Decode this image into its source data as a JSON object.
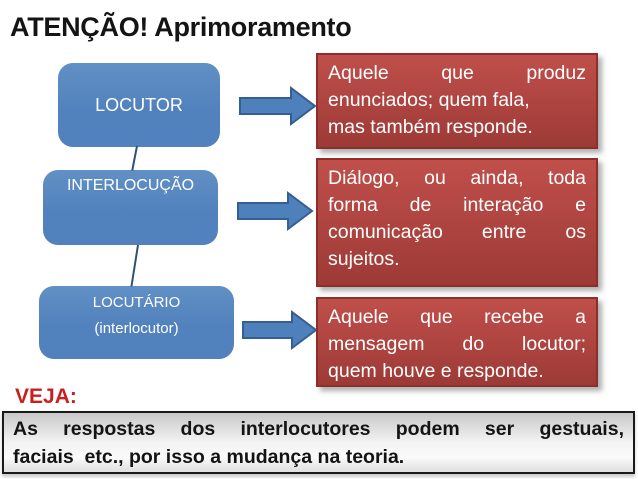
{
  "slide": {
    "title": "ATENÇÃO! Aprimoramento",
    "veja_label": "VEJA:",
    "colors": {
      "title_color": "#141414",
      "box_blue": "#5282BD",
      "arrow_blue": "#4E80BC",
      "arrow_border": "#365F91",
      "connector_color": "#2E5277",
      "red_top": "#C04F4B",
      "red_bottom": "#9D3A36",
      "red_border": "#8C2F2B",
      "veja_color": "#CB1F1F",
      "note_border": "#1A1A1A",
      "note_top": "#C9C9C9",
      "note_bottom": "#E0E0E0"
    },
    "flow_nodes": [
      {
        "label": "LOCUTOR",
        "sublabel": ""
      },
      {
        "label": "INTERLOCUÇÃO",
        "sublabel": ""
      },
      {
        "label": "LOCUTÁRIO",
        "sublabel": "(interlocutor)"
      }
    ],
    "descriptions": [
      {
        "lines": [
          "Aquele que produz",
          "enunciados; quem fala,",
          "mas também responde."
        ]
      },
      {
        "lines": [
          "Diálogo, ou ainda, toda",
          "forma de interação e",
          "comunicação entre os",
          "sujeitos."
        ]
      },
      {
        "lines": [
          "Aquele que recebe a",
          "mensagem do locutor;",
          "quem houve e responde."
        ]
      }
    ],
    "note": {
      "lines": [
        "As respostas  dos interlocutores podem ser gestuais,",
        "faciais  etc., por isso a mudança na teoria."
      ]
    }
  }
}
